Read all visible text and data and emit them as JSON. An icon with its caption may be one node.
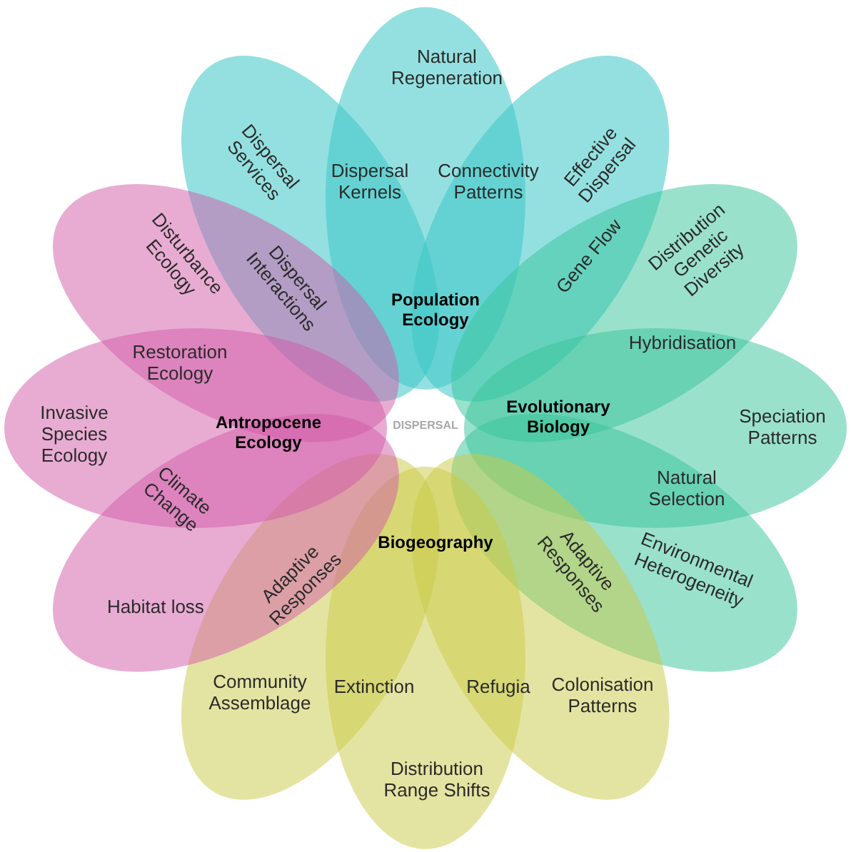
{
  "diagram": {
    "nodes": [
      {
        "text": [
          "Natural Regeneration",
          "Population Ecology"
        ]
      },
      {
        "text": [
          "Dispersal Services"
        ]
      },
      {
        "text": [
          "Effective Dispersal"
        ]
      },
      {
        "text": [
          "Distribution Genetic Diversity"
        ]
      },
      {
        "text": [
          "Evolutionary Biology",
          "Speciation Patterns"
        ]
      },
      {
        "text": [
          "Environmental Heterogeneity"
        ]
      },
      {
        "text": [
          "Colonisation Patterns"
        ]
      },
      {
        "text": [
          "Biogeography",
          "Distribution Range Shifts"
        ]
      },
      {
        "text": [
          "Community Assemblage"
        ]
      },
      {
        "text": [
          "Habitat loss"
        ]
      },
      {
        "text": [
          "Invasive Species Ecology",
          "Antropocene Ecology"
        ]
      },
      {
        "text": [
          "Disturbance Ecology"
        ]
      }
    ],
    "labels": [
      "Dispersal Kernels",
      "Connectivity Patterns",
      "Gene Flow",
      "Dispersal Interactions",
      "Hybridisation",
      "Restoration Ecology",
      "DISPERSAL",
      "Natural Selection",
      "Climate Change",
      "Adaptive Responses",
      "Adaptive Responses",
      "Extinction",
      "Refugia"
    ]
  }
}
